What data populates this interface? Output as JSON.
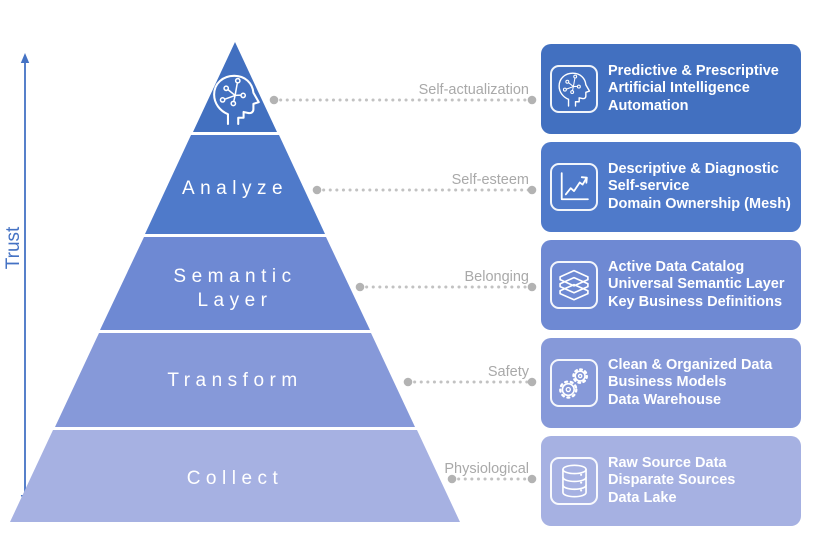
{
  "colors": {
    "accent": "#4472C4",
    "levels": [
      "#4270C0",
      "#4F7ACA",
      "#6E89D3",
      "#8699D9",
      "#A6B1E2"
    ],
    "connector_dots": "#C2C2C2",
    "connector_ends": "#B3B3B3",
    "maslow_label": "#A9A9A9"
  },
  "axis": {
    "label": "Trust"
  },
  "pyramid": {
    "levels": [
      {
        "icon": "brain-circuit-head-icon"
      },
      {
        "label": "Analyze"
      },
      {
        "label": "Semantic Layer",
        "lines": [
          "Semantic",
          "Layer"
        ]
      },
      {
        "label": "Transform"
      },
      {
        "label": "Collect"
      }
    ]
  },
  "maslow_labels": [
    "Self-actualization",
    "Self-esteem",
    "Belonging",
    "Safety",
    "Physiological"
  ],
  "cards": [
    {
      "icon": "brain-circuit-head-icon",
      "lines": [
        "Predictive & Prescriptive",
        "Artificial Intelligence",
        "Automation"
      ]
    },
    {
      "icon": "line-chart-icon",
      "lines": [
        "Descriptive & Diagnostic",
        "Self-service",
        "Domain Ownership (Mesh)"
      ]
    },
    {
      "icon": "books-stack-icon",
      "lines": [
        "Active Data Catalog",
        "Universal Semantic Layer",
        "Key Business Definitions"
      ]
    },
    {
      "icon": "gears-icon",
      "lines": [
        "Clean & Organized Data",
        "Business Models",
        "Data Warehouse"
      ]
    },
    {
      "icon": "database-icon",
      "lines": [
        "Raw Source Data",
        "Disparate Sources",
        "Data Lake"
      ]
    }
  ]
}
